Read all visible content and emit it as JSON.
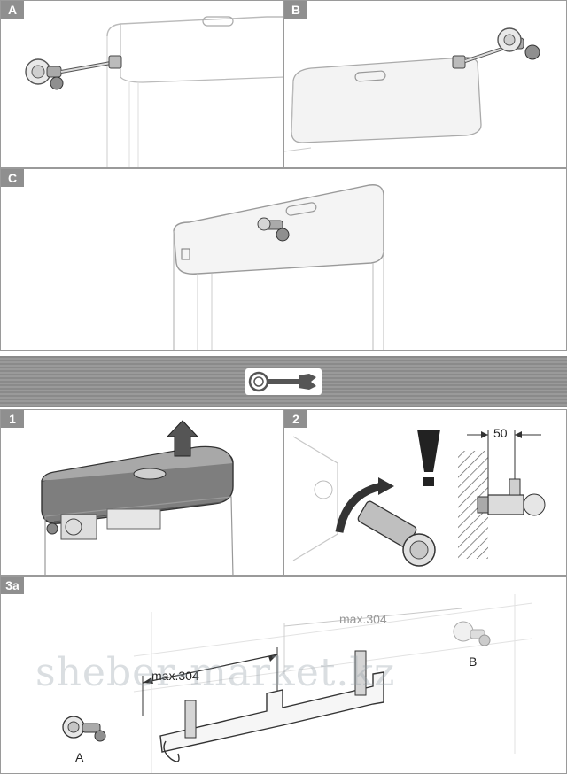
{
  "panels": {
    "a": {
      "tag": "A"
    },
    "b": {
      "tag": "B"
    },
    "c": {
      "tag": "C"
    },
    "step1": {
      "tag": "1"
    },
    "step2": {
      "tag": "2",
      "dimension": "50"
    },
    "step3a": {
      "tag": "3a",
      "dim_front": "max.304",
      "dim_back": "max.304",
      "point_a": "A",
      "point_b": "B"
    }
  },
  "band": {
    "icon": "wrench-icon"
  },
  "watermark": "sheber-market.kz"
}
